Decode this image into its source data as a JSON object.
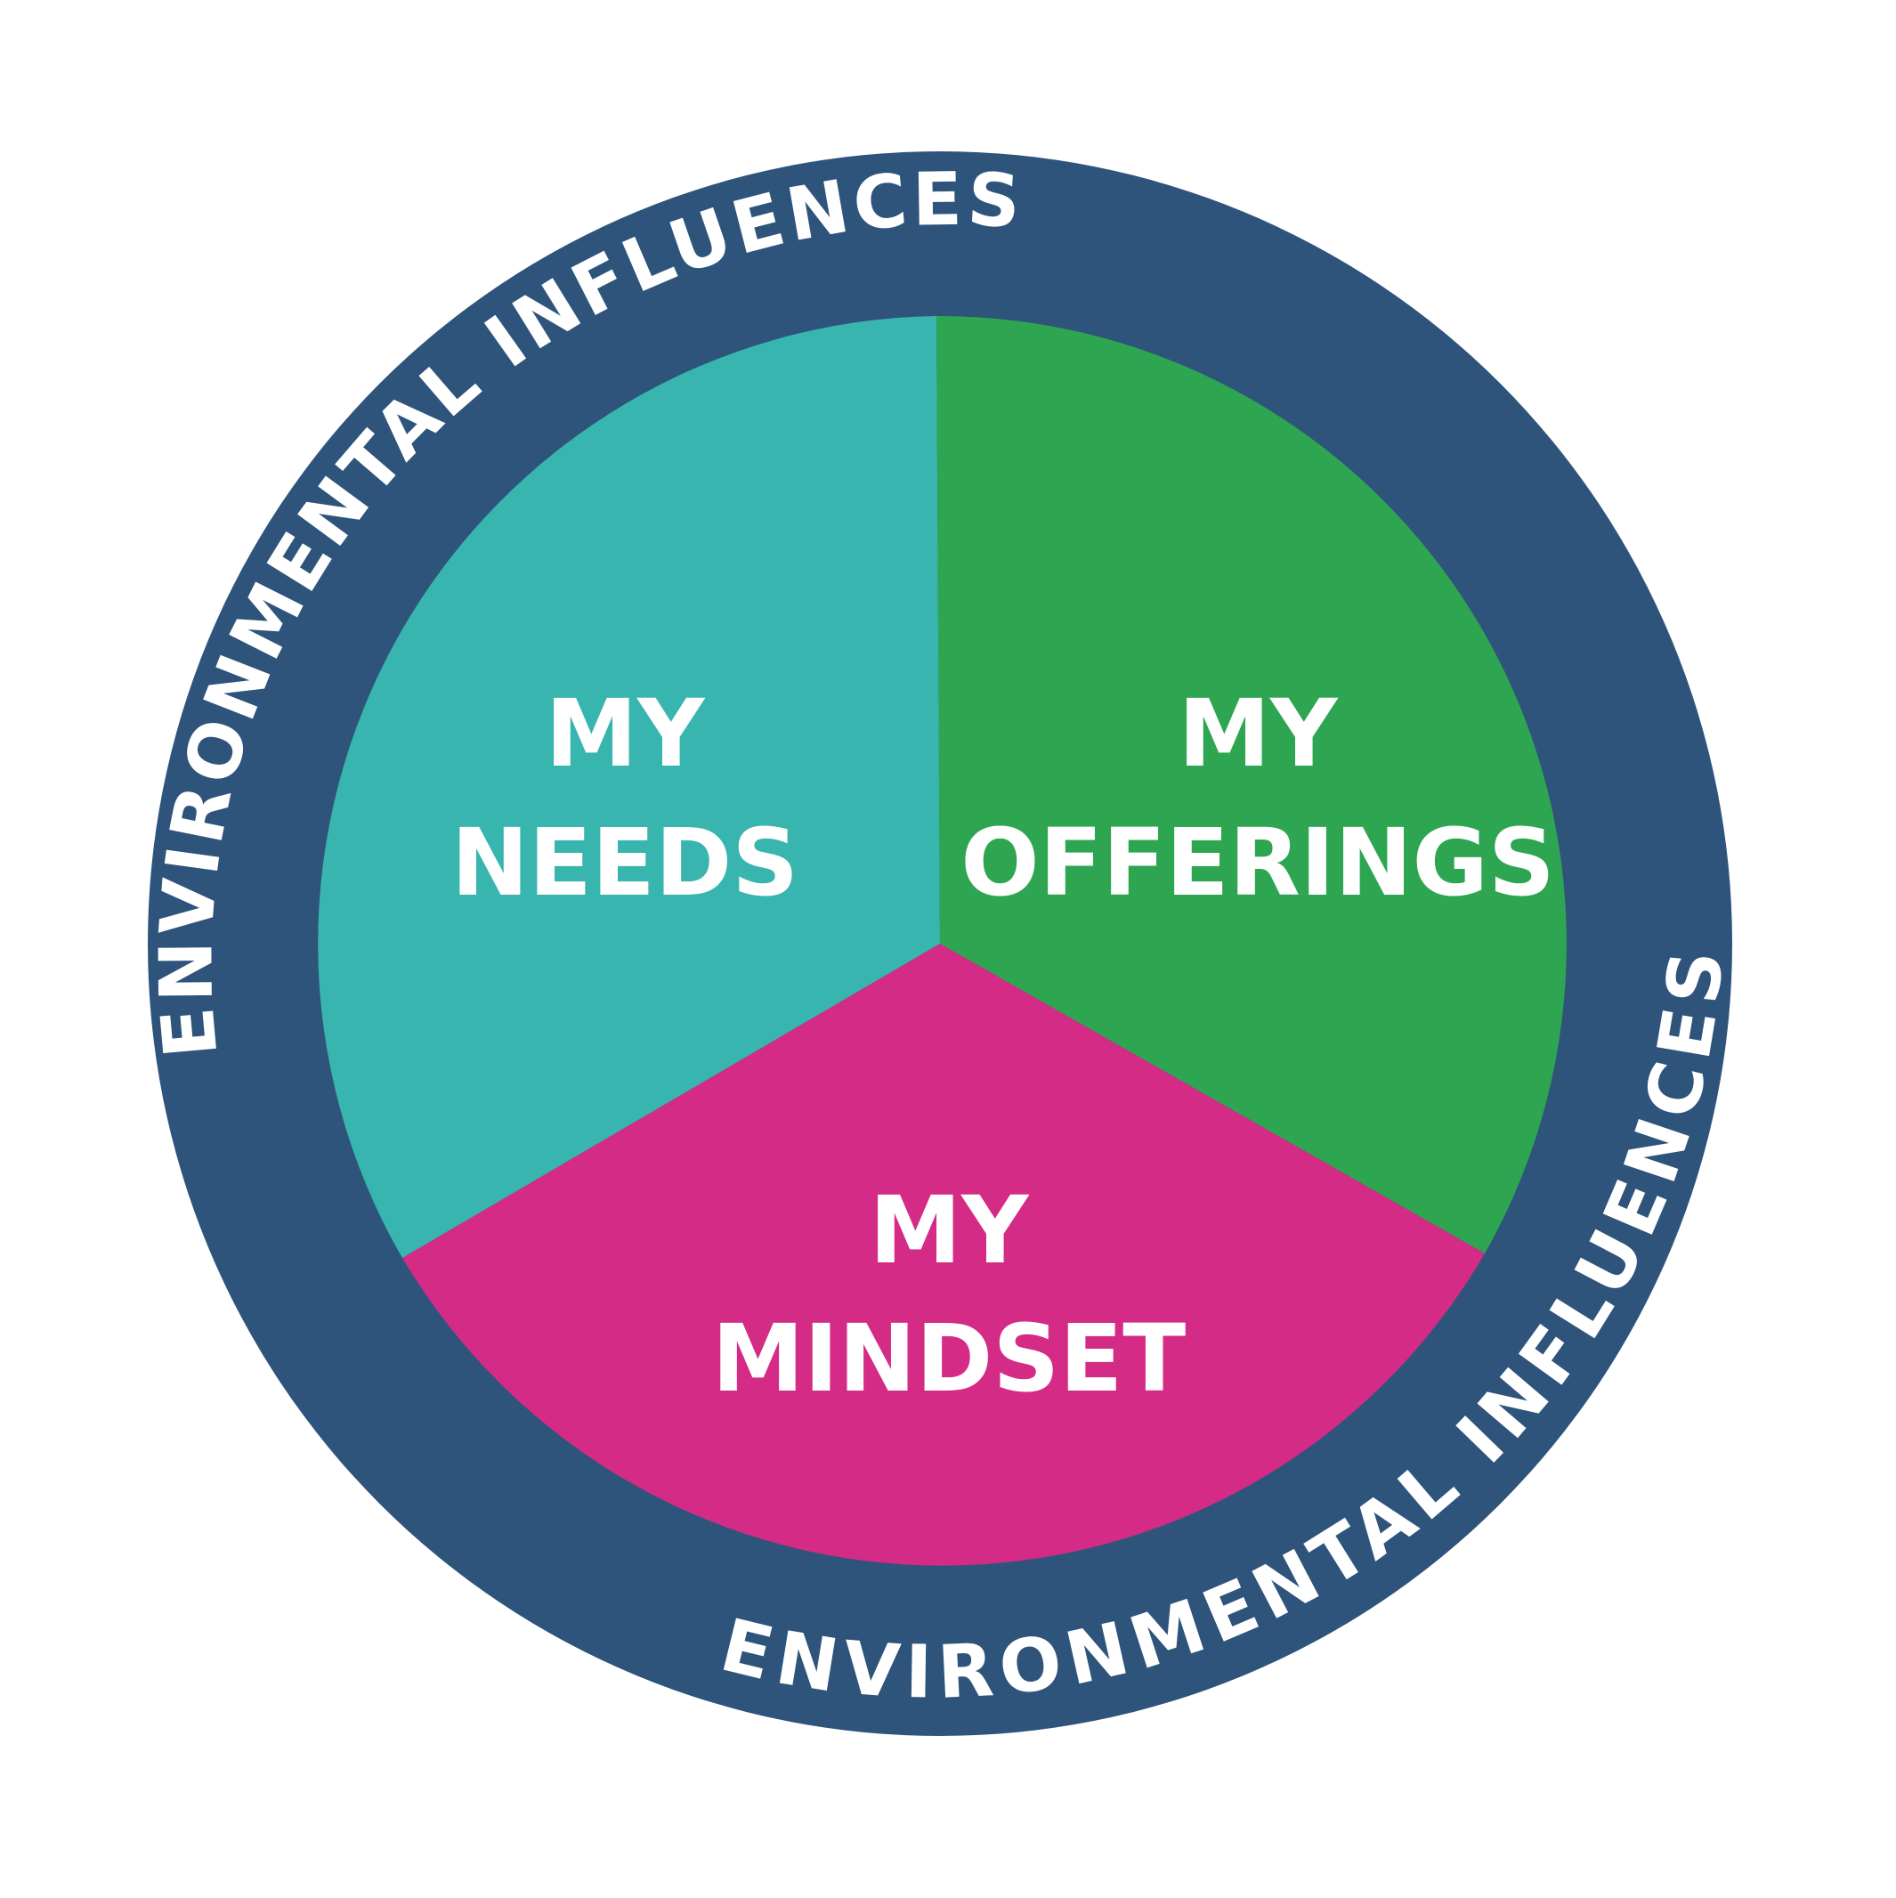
{
  "colors": {
    "ring": "#2e547c",
    "needs": "#38b5ae",
    "offerings": "#2ea651",
    "mindset": "#d42b86",
    "text": "#ffffff"
  },
  "ring": {
    "label_top": "ENVIRONMENTAL INFLUENCES",
    "label_bottom": "ENVIRONMENTAL INFLUENCES"
  },
  "segments": [
    {
      "key": "needs",
      "line1": "MY",
      "line2": "NEEDS"
    },
    {
      "key": "offerings",
      "line1": "MY",
      "line2": "OFFERINGS"
    },
    {
      "key": "mindset",
      "line1": "MY",
      "line2": "MINDSET"
    }
  ]
}
